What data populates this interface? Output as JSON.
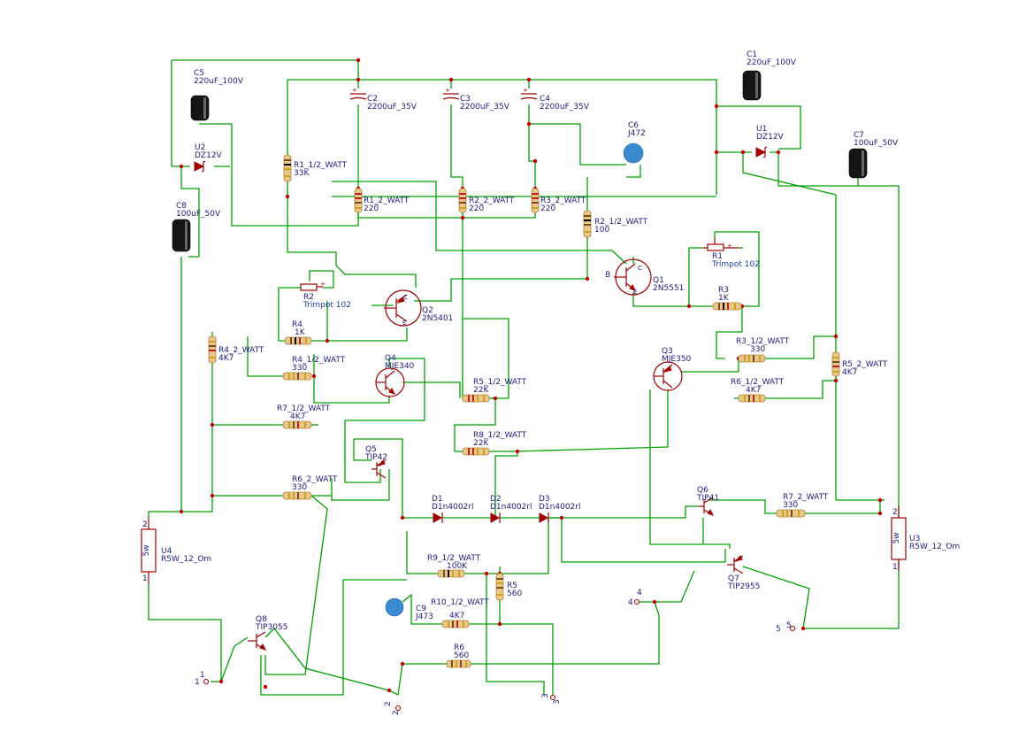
{
  "components": {
    "C1": {
      "ref": "C1",
      "value": "220uF_100V"
    },
    "C2": {
      "ref": "C2",
      "value": "2200uF_35V"
    },
    "C3": {
      "ref": "C3",
      "value": "2200uF_35V"
    },
    "C4": {
      "ref": "C4",
      "value": "2200uF_35V"
    },
    "C5": {
      "ref": "C5",
      "value": "220uF_100V"
    },
    "C6": {
      "ref": "C6",
      "value": "J472"
    },
    "C7": {
      "ref": "C7",
      "value": "100uF_50V"
    },
    "C8": {
      "ref": "C8",
      "value": "100uF_50V"
    },
    "C9": {
      "ref": "C9",
      "value": "J473"
    },
    "U1": {
      "ref": "U1",
      "value": "DZ12V"
    },
    "U2": {
      "ref": "U2",
      "value": "DZ12V"
    },
    "U3": {
      "ref": "U3",
      "value": "R5W_12_Om",
      "body": "5w"
    },
    "U4": {
      "ref": "U4",
      "value": "R5W_12_Om",
      "body": "5w"
    },
    "R1_half": {
      "ref": "R1_1/2_WATT",
      "value": "33K"
    },
    "R1_2w": {
      "ref": "R1_2_WATT",
      "value": "220"
    },
    "R2_2w": {
      "ref": "R2_2_WATT",
      "value": "220"
    },
    "R3_2w": {
      "ref": "R3_2_WATT",
      "value": "220"
    },
    "R2_half": {
      "ref": "R2_1/2_WATT",
      "value": "100"
    },
    "R1_trim": {
      "ref": "R1",
      "value": "Trimpot 102"
    },
    "R2_trim": {
      "ref": "R2",
      "value": "Trimpot 102"
    },
    "R3": {
      "ref": "R3",
      "value": "1K"
    },
    "R4": {
      "ref": "R4",
      "value": "1K"
    },
    "R4_2w": {
      "ref": "R4_2_WATT",
      "value": "4K7"
    },
    "R4_half": {
      "ref": "R4_1/2_WATT",
      "value": "330"
    },
    "R3_half": {
      "ref": "R3_1/2_WATT",
      "value": "330"
    },
    "R5_half": {
      "ref": "R5_1/2_WATT",
      "value": "22K"
    },
    "R5_2w": {
      "ref": "R5_2_WATT",
      "value": "4K7"
    },
    "R6_half": {
      "ref": "R6_1/2_WATT",
      "value": "4K7"
    },
    "R7_half": {
      "ref": "R7_1/2_WATT",
      "value": "4K7"
    },
    "R8_half": {
      "ref": "R8_1/2_WATT",
      "value": "22K"
    },
    "R6_2w": {
      "ref": "R6_2_WATT",
      "value": "330"
    },
    "R7_2w": {
      "ref": "R7_2_WATT",
      "value": "330"
    },
    "R9_half": {
      "ref": "R9_1/2_WATT",
      "value": "100K"
    },
    "R10_half": {
      "ref": "R10_1/2_WATT",
      "value": "4K7"
    },
    "R5": {
      "ref": "R5",
      "value": "560"
    },
    "R6": {
      "ref": "R6",
      "value": "560"
    },
    "Q1": {
      "ref": "Q1",
      "value": "2N5551",
      "pins": {
        "b": "B",
        "c": "C",
        "e": "E"
      }
    },
    "Q2": {
      "ref": "Q2",
      "value": "2N5401",
      "pins": {
        "c": "C",
        "e": "E"
      }
    },
    "Q3": {
      "ref": "Q3",
      "value": "MJE350"
    },
    "Q4": {
      "ref": "Q4",
      "value": "MJE340"
    },
    "Q5": {
      "ref": "Q5",
      "value": "TIP42"
    },
    "Q6": {
      "ref": "Q6",
      "value": "TIP41"
    },
    "Q7": {
      "ref": "Q7",
      "value": "TIP2955"
    },
    "Q8": {
      "ref": "Q8",
      "value": "TIP3055"
    },
    "D1": {
      "ref": "D1",
      "value": "D1n4002rl"
    },
    "D2": {
      "ref": "D2",
      "value": "D1n4002rl"
    },
    "D3": {
      "ref": "D3",
      "value": "D1n4002rl"
    }
  },
  "pins": {
    "u3_2": "2",
    "u3_1": "1",
    "u4_2": "2",
    "u4_1": "1",
    "trim_plus": "+"
  },
  "terminals": {
    "t1": {
      "label": "1",
      "num": "1"
    },
    "t2": {
      "label": "2",
      "num": "2"
    },
    "t3": {
      "label": "3",
      "num": "3"
    },
    "t4": {
      "label": "4",
      "num": "4"
    },
    "t5": {
      "label": "5",
      "num": "5"
    }
  },
  "colors": {
    "wire": "#00a000",
    "junction": "#c00000",
    "symbol": "#a00000",
    "label": "#202080"
  }
}
